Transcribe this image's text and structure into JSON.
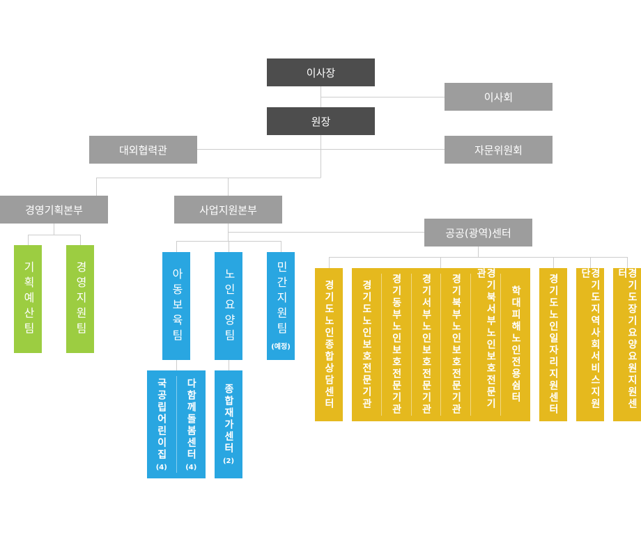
{
  "chairman": "이사장",
  "board": "이사회",
  "president": "원장",
  "external_officer": "대외협력관",
  "advisory_committee": "자문위원회",
  "mgmt_division": {
    "label": "경영기획본부",
    "teams": [
      "기획예산팀",
      "경영지원팀"
    ]
  },
  "biz_division": {
    "label": "사업지원본부",
    "teams": [
      {
        "label": "아동보육팀",
        "subs": [
          {
            "label": "국공립어린이집",
            "note": "(4)"
          },
          {
            "label": "다함께돌봄센터",
            "note": "(4)"
          }
        ]
      },
      {
        "label": "노인요양팀",
        "subs": [
          {
            "label": "종합재가센터",
            "note": "(2)"
          }
        ]
      },
      {
        "label": "민간지원팀",
        "note": "(예정)"
      }
    ]
  },
  "public_center": {
    "label": "공공(광역)센터",
    "units": [
      [
        "경기도노인종합상담센터"
      ],
      [
        "경기도노인보호전문기관",
        "경기동부노인보호전문기관",
        "경기서부노인보호전문기관",
        "경기북부노인보호전문기관",
        "경기북서부노인보호전문기관",
        "학대피해노인전용쉼터"
      ],
      [
        "경기도노인일자리지원센터"
      ],
      [
        "경기도지역사회서비스지원단"
      ],
      [
        "경기도장기요양요원지원센터"
      ]
    ]
  },
  "colors": {
    "dark": "#4d4d4d",
    "gray": "#9d9d9d",
    "green": "#9ccd41",
    "blue": "#29a6e1",
    "yellow": "#e5b91e",
    "connector": "#cccccc"
  }
}
